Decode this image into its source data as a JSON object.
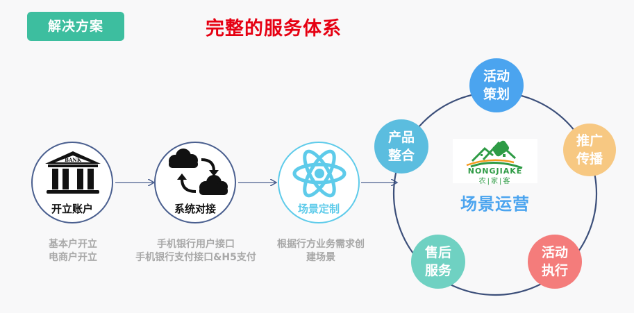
{
  "header": {
    "badge_label": "解决方案",
    "title": "完整的服务体系",
    "badge_color": "#3dbe9f",
    "title_color": "#e60012"
  },
  "flow": {
    "steps": [
      {
        "label": "开立账户",
        "icon": "bank-icon",
        "icon_text": "BANK",
        "desc_lines": [
          "基本户开立",
          "电商户开立"
        ]
      },
      {
        "label": "系统对接",
        "icon": "cloud-sync-icon",
        "desc_lines": [
          "手机银行用户接口",
          "手机银行支付接口&H5支付"
        ]
      },
      {
        "label": "场景定制",
        "icon": "atom-icon",
        "desc_lines": [
          "根据行方业务需求创",
          "建场景"
        ]
      }
    ],
    "connector_color": "#4a5f8f",
    "highlight_color": "#5ecbea"
  },
  "cycle": {
    "center": {
      "logo_en": "NONGJIAKE",
      "logo_cn": "农|家|客",
      "title": "场景运营"
    },
    "nodes": [
      {
        "line1": "活动",
        "line2": "策划",
        "color": "#4ba4ef"
      },
      {
        "line1": "推广",
        "line2": "传播",
        "color": "#f7c882"
      },
      {
        "line1": "活动",
        "line2": "执行",
        "color": "#f47c7b"
      },
      {
        "line1": "售后",
        "line2": "服务",
        "color": "#6fd1c2"
      },
      {
        "line1": "产品",
        "line2": "整合",
        "color": "#5bbddf"
      }
    ],
    "ring_color": "#3c4f7a"
  }
}
